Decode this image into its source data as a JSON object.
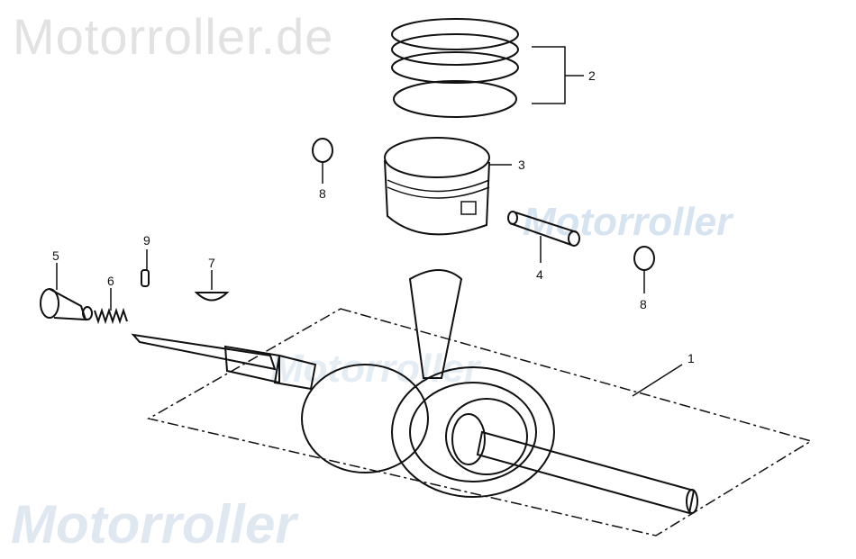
{
  "watermark": {
    "top": "Motorroller.de",
    "bottom": "Motorroller",
    "middle": "Motorroller",
    "middle2": "Motorroller",
    "suffix": ".de"
  },
  "callouts": [
    {
      "id": "1",
      "part": "crankshaft"
    },
    {
      "id": "2",
      "part": "piston-rings"
    },
    {
      "id": "3",
      "part": "piston"
    },
    {
      "id": "4",
      "part": "piston-pin"
    },
    {
      "id": "5",
      "part": "nut"
    },
    {
      "id": "6",
      "part": "spring"
    },
    {
      "id": "7",
      "part": "woodruff-key"
    },
    {
      "id": "8",
      "part": "circlip-left"
    },
    {
      "id": "8",
      "part": "circlip-right"
    },
    {
      "id": "9",
      "part": "pin"
    }
  ]
}
